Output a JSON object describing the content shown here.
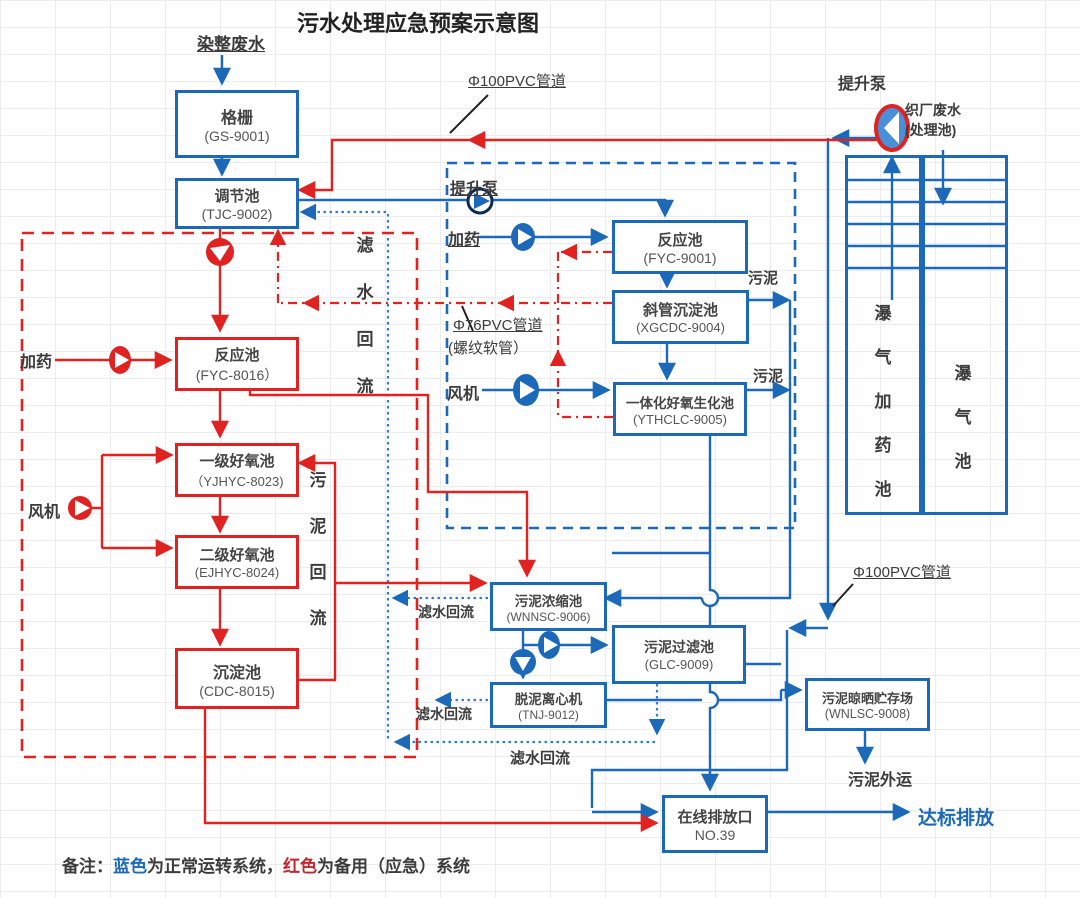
{
  "title": "污水处理应急预案示意图",
  "colors": {
    "blue": "#1b69b8",
    "red": "#e02221"
  },
  "nodes": {
    "gs": {
      "name": "格栅",
      "code": "(GS-9001)"
    },
    "tjc": {
      "name": "调节池",
      "code": "(TJC-9002)"
    },
    "fyc8016": {
      "name": "反应池",
      "code": "(FYC-8016）"
    },
    "yjhyc": {
      "name": "一级好氧池",
      "code": "（YJHYC-8023)"
    },
    "ejhyc": {
      "name": "二级好氧池",
      "code": "(EJHYC-8024)"
    },
    "cdc": {
      "name": "沉淀池",
      "code": "(CDC-8015)"
    },
    "fyc9001": {
      "name": "反应池",
      "code": "(FYC-9001)"
    },
    "xgcdc": {
      "name": "斜管沉淀池",
      "code": "(XGCDC-9004)"
    },
    "ythclc": {
      "name": "一体化好氧生化池",
      "code": "(YTHCLC-9005)"
    },
    "wnnsc": {
      "name": "污泥浓缩池",
      "code": "(WNNSC-9006)"
    },
    "glc": {
      "name": "污泥过滤池",
      "code": "(GLC-9009)"
    },
    "tnj": {
      "name": "脱泥离心机",
      "code": "(TNJ-9012)"
    },
    "wnlsc": {
      "name": "污泥晾晒贮存场",
      "code": "(WNLSC-9008)"
    },
    "outfall": {
      "name": "在线排放口",
      "code": "NO.39"
    },
    "tank_left": {
      "name": "瀑气加药池"
    },
    "tank_right": {
      "name": "瀑气池"
    }
  },
  "labels": {
    "ranzheng": "染整废水",
    "pvc100_top": "Φ100PVC管道",
    "tisheng_mid": "提升泵",
    "jiayao_blue": "加药",
    "pvc76": "Φ76PVC管道",
    "pvc76b": "(螺纹软管）",
    "fengji_blue": "风机",
    "jiayao_red": "加药",
    "fengji_red": "风机",
    "tisheng_top": "提升泵",
    "zhichang1": "织厂废水",
    "zhichang2": "(处理池)",
    "wuni1": "污泥",
    "wuni2": "污泥",
    "pvc100_bottom": "Φ100PVC管道",
    "lvshui_vertical": "滤水回流",
    "wuni_huiliu_vertical": "污泥回流",
    "lvshui1": "滤水回流",
    "lvshui2": "滤水回流",
    "lvshui3": "滤水回流",
    "wuni_waiyun": "污泥外运",
    "dabiao": "达标排放"
  },
  "note": {
    "p1": "备注：",
    "blue": "蓝色",
    "p2": "为正常运转系统，",
    "red": "红色",
    "p3": "为备用（应急）系统"
  }
}
